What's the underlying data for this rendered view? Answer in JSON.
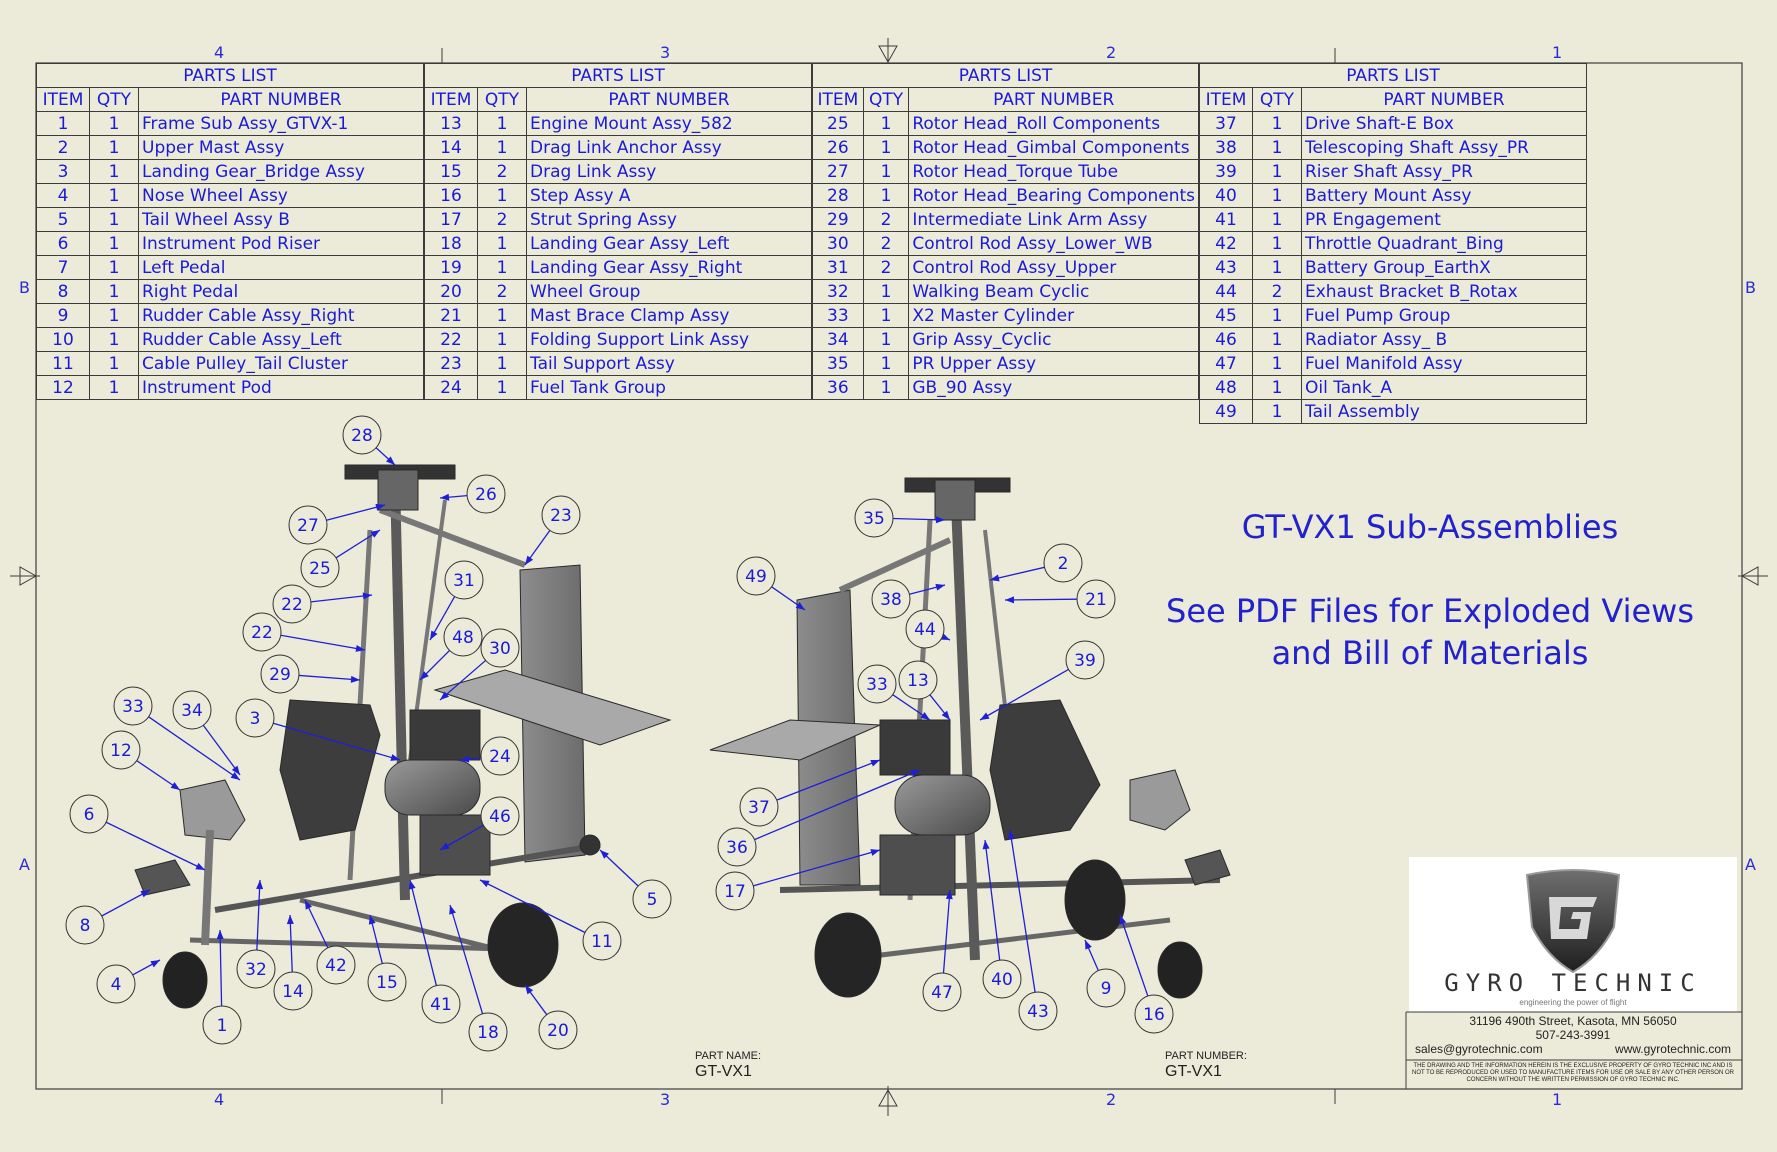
{
  "zones": {
    "top": [
      "4",
      "3",
      "2",
      "1"
    ],
    "bottom": [
      "4",
      "3",
      "2",
      "1"
    ],
    "left": [
      "B",
      "A"
    ],
    "right": [
      "B",
      "A"
    ]
  },
  "parts_list": {
    "title": "PARTS LIST",
    "headers": [
      "ITEM",
      "QTY",
      "PART NUMBER"
    ],
    "tables": [
      [
        [
          "1",
          "1",
          "Frame Sub Assy_GTVX-1"
        ],
        [
          "2",
          "1",
          "Upper Mast Assy"
        ],
        [
          "3",
          "1",
          "Landing Gear_Bridge Assy"
        ],
        [
          "4",
          "1",
          "Nose Wheel Assy"
        ],
        [
          "5",
          "1",
          "Tail Wheel Assy B"
        ],
        [
          "6",
          "1",
          "Instrument Pod Riser"
        ],
        [
          "7",
          "1",
          "Left Pedal"
        ],
        [
          "8",
          "1",
          "Right Pedal"
        ],
        [
          "9",
          "1",
          "Rudder Cable Assy_Right"
        ],
        [
          "10",
          "1",
          "Rudder Cable Assy_Left"
        ],
        [
          "11",
          "1",
          "Cable Pulley_Tail Cluster"
        ],
        [
          "12",
          "1",
          "Instrument Pod"
        ]
      ],
      [
        [
          "13",
          "1",
          "Engine Mount Assy_582"
        ],
        [
          "14",
          "1",
          "Drag Link Anchor Assy"
        ],
        [
          "15",
          "2",
          "Drag Link Assy"
        ],
        [
          "16",
          "1",
          "Step Assy A"
        ],
        [
          "17",
          "2",
          "Strut Spring Assy"
        ],
        [
          "18",
          "1",
          "Landing Gear Assy_Left"
        ],
        [
          "19",
          "1",
          "Landing Gear Assy_Right"
        ],
        [
          "20",
          "2",
          "Wheel Group"
        ],
        [
          "21",
          "1",
          "Mast Brace Clamp Assy"
        ],
        [
          "22",
          "1",
          "Folding Support Link Assy"
        ],
        [
          "23",
          "1",
          "Tail Support Assy"
        ],
        [
          "24",
          "1",
          "Fuel Tank Group"
        ]
      ],
      [
        [
          "25",
          "1",
          "Rotor Head_Roll Components"
        ],
        [
          "26",
          "1",
          "Rotor Head_Gimbal Components"
        ],
        [
          "27",
          "1",
          "Rotor Head_Torque Tube"
        ],
        [
          "28",
          "1",
          "Rotor Head_Bearing Components"
        ],
        [
          "29",
          "2",
          "Intermediate Link Arm Assy"
        ],
        [
          "30",
          "2",
          "Control Rod Assy_Lower_WB"
        ],
        [
          "31",
          "2",
          "Control Rod Assy_Upper"
        ],
        [
          "32",
          "1",
          "Walking Beam Cyclic"
        ],
        [
          "33",
          "1",
          "X2 Master Cylinder"
        ],
        [
          "34",
          "1",
          "Grip Assy_Cyclic"
        ],
        [
          "35",
          "1",
          "PR Upper Assy"
        ],
        [
          "36",
          "1",
          "GB_90 Assy"
        ]
      ],
      [
        [
          "37",
          "1",
          "Drive Shaft-E Box"
        ],
        [
          "38",
          "1",
          "Telescoping Shaft Assy_PR"
        ],
        [
          "39",
          "1",
          "Riser Shaft Assy_PR"
        ],
        [
          "40",
          "1",
          "Battery Mount Assy"
        ],
        [
          "41",
          "1",
          "PR Engagement"
        ],
        [
          "42",
          "1",
          "Throttle Quadrant_Bing"
        ],
        [
          "43",
          "1",
          "Battery Group_EarthX"
        ],
        [
          "44",
          "2",
          "Exhaust Bracket B_Rotax"
        ],
        [
          "45",
          "1",
          "Fuel Pump Group"
        ],
        [
          "46",
          "1",
          "Radiator Assy_ B"
        ],
        [
          "47",
          "1",
          "Fuel Manifold Assy"
        ],
        [
          "48",
          "1",
          "Oil Tank_A"
        ],
        [
          "49",
          "1",
          "Tail Assembly"
        ]
      ]
    ]
  },
  "notes": {
    "heading": "GT-VX1 Sub-Assemblies",
    "line1": "See PDF Files for Exploded Views",
    "line2": "and Bill of Materials"
  },
  "title_block": {
    "part_name_caption": "PART NAME:",
    "part_name": "GT-VX1",
    "part_number_caption": "PART NUMBER:",
    "part_number": "GT-VX1",
    "company": "GYRO TECHNIC",
    "tagline": "engineering the power of flight",
    "address": "31196 490th Street, Kasota, MN 56050",
    "phone": "507-243-3991",
    "email": "sales@gyrotechnic.com",
    "website": "www.gyrotechnic.com",
    "legal": "THE DRAWING AND THE INFORMATION HEREIN IS THE EXCLUSIVE PROPERTY OF GYRO TECHNIC INC AND IS NOT TO BE REPRODUCED OR USED TO MANUFACTURE ITEMS FOR USE OR SALE BY ANY OTHER PERSON OR CONCERN WITHOUT THE WRITTEN PERMISSION OF GYRO TECHNIC INC."
  },
  "balloons": {
    "left_view": [
      "28",
      "26",
      "27",
      "25",
      "23",
      "22",
      "31",
      "22",
      "48",
      "30",
      "29",
      "33",
      "34",
      "3",
      "12",
      "24",
      "6",
      "46",
      "5",
      "8",
      "11",
      "4",
      "32",
      "14",
      "42",
      "15",
      "41",
      "1",
      "18",
      "20"
    ],
    "right_view": [
      "35",
      "2",
      "49",
      "21",
      "38",
      "44",
      "39",
      "33",
      "13",
      "37",
      "36",
      "17",
      "47",
      "40",
      "43",
      "9",
      "16"
    ]
  },
  "colors": {
    "sheet": "#ecebd9",
    "text_blue": "#1a1ad8",
    "leader_blue": "#1f1fd6",
    "border": "#3c3c3c"
  }
}
